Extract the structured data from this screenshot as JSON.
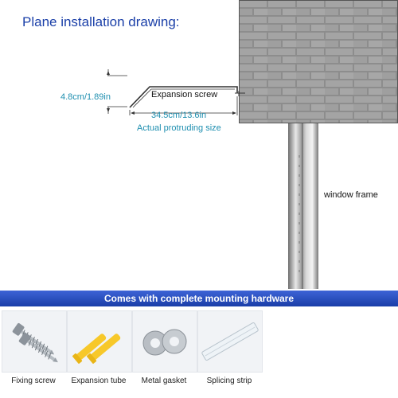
{
  "diagram": {
    "title": "Plane installation drawing:",
    "height_dimension": "4.8cm/1.89in",
    "screw_label": "Expansion screw",
    "width_dimension": "34.5cm/13.6in",
    "width_caption": "Actual protruding size",
    "window_label": "window frame"
  },
  "hardware": {
    "banner": "Comes with complete mounting hardware",
    "items": [
      {
        "label": "Fixing screw",
        "icon": "fixing-screw-icon"
      },
      {
        "label": "Expansion tube",
        "icon": "expansion-tube-icon"
      },
      {
        "label": "Metal gasket",
        "icon": "metal-gasket-icon"
      },
      {
        "label": "Splicing strip",
        "icon": "splicing-strip-icon"
      }
    ]
  },
  "colors": {
    "title": "#1a3fa8",
    "dimension_text": "#1f8fb0",
    "banner": "#2448bd",
    "wall": "#8a8a8a",
    "tube": "#f7c82a"
  }
}
